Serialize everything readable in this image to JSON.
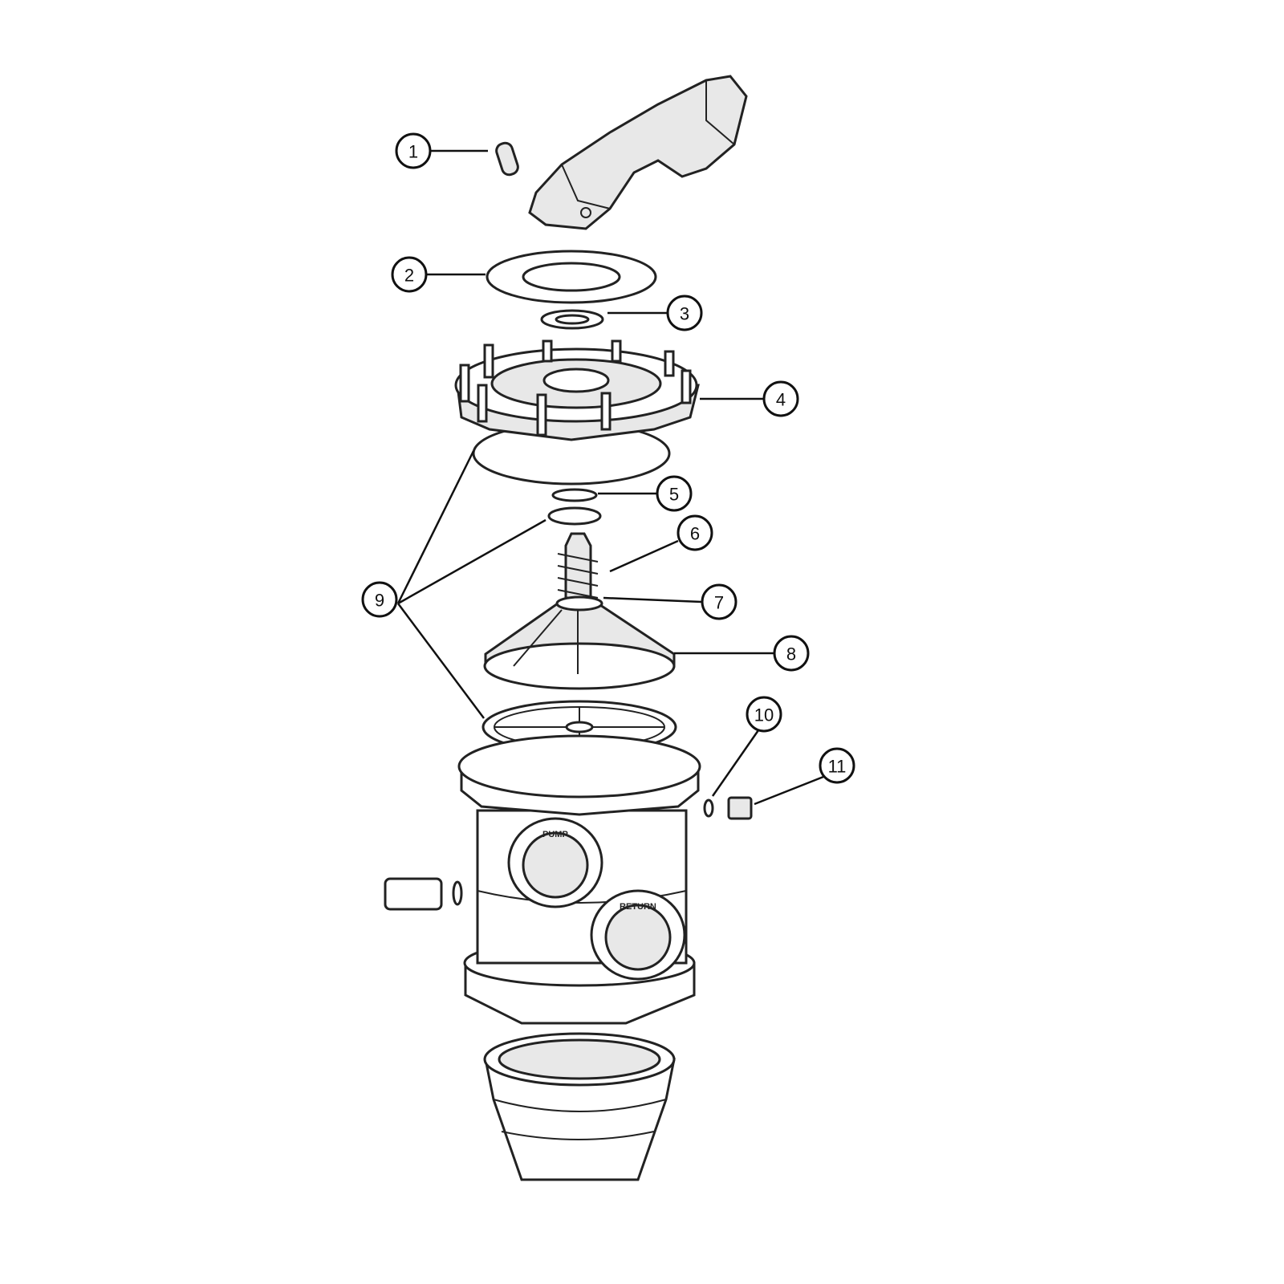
{
  "callouts": [
    "1",
    "2",
    "3",
    "4",
    "5",
    "6",
    "7",
    "8",
    "9",
    "10",
    "11"
  ],
  "ports": {
    "pump": "PUMP",
    "return": "RETURN"
  }
}
